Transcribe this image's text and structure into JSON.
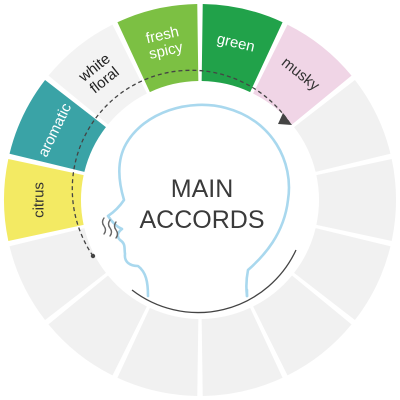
{
  "title_line1": "MAIN",
  "title_line2": "ACCORDS",
  "segments": [
    {
      "label_lines": [
        "green"
      ],
      "color": "#21a24a",
      "text_color": "#ffffff"
    },
    {
      "label_lines": [
        "musky"
      ],
      "color": "#f0d5e6",
      "text_color": "#333333"
    },
    {
      "label_lines": [],
      "color": "#f1f1f1"
    },
    {
      "label_lines": [],
      "color": "#f1f1f1"
    },
    {
      "label_lines": [],
      "color": "#f1f1f1"
    },
    {
      "label_lines": [],
      "color": "#f1f1f1"
    },
    {
      "label_lines": [],
      "color": "#f1f1f1"
    },
    {
      "label_lines": [],
      "color": "#f1f1f1"
    },
    {
      "label_lines": [],
      "color": "#f1f1f1"
    },
    {
      "label_lines": [],
      "color": "#f1f1f1"
    },
    {
      "label_lines": [
        "citrus"
      ],
      "color": "#f3ea63",
      "text_color": "#333333"
    },
    {
      "label_lines": [
        "aromatic"
      ],
      "color": "#3aa3a6",
      "text_color": "#ffffff"
    },
    {
      "label_lines": [
        "white",
        "floral"
      ],
      "color": "#f3f3f3",
      "text_color": "#222222"
    },
    {
      "label_lines": [
        "fresh",
        "spicy"
      ],
      "color": "#7cc043",
      "text_color": "#ffffff"
    }
  ],
  "colors": {
    "head_outline": "#a9d8ee",
    "arc": "#444444",
    "background": "#ffffff"
  },
  "icons": [
    "head-profile-icon",
    "scent-wave-icon",
    "arrow-head-icon"
  ]
}
